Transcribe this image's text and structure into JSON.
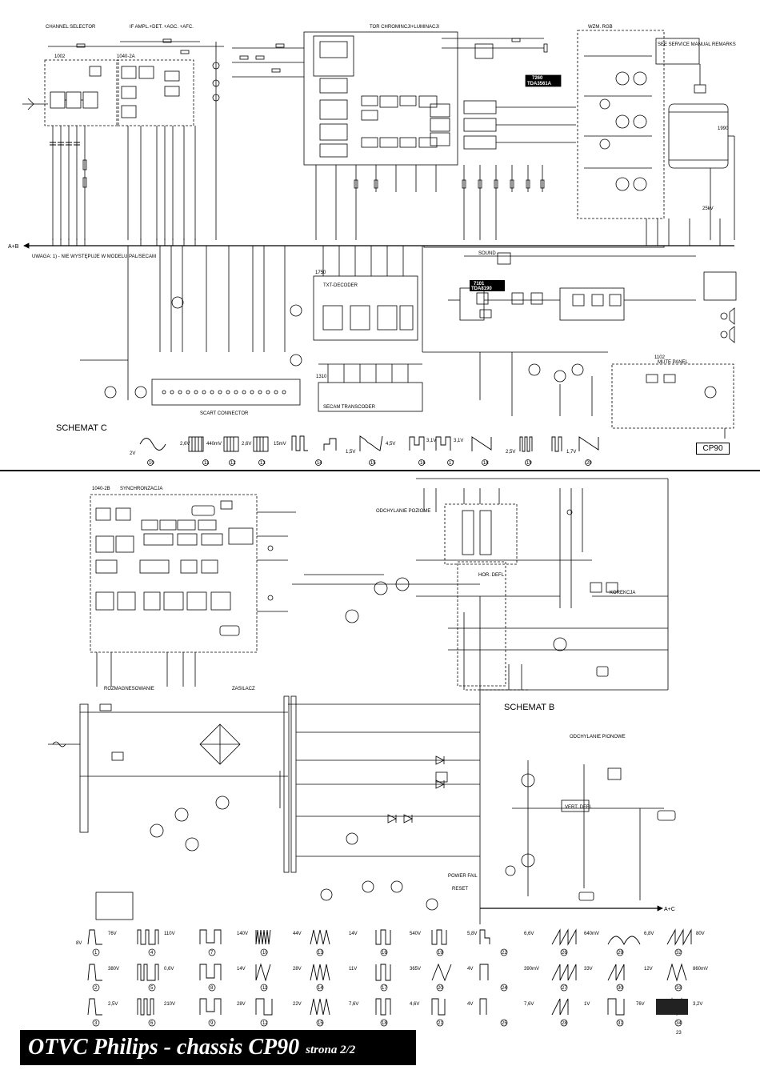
{
  "schematic": {
    "title": "OTVC Philips - chassis CP90",
    "subtitle": "strona 2/2",
    "model_box": "CP90",
    "schema_c": "SCHEMAT C",
    "schema_b": "SCHEMAT B",
    "rail_top": "A+B",
    "rail_bottom": "A+C",
    "blocks": {
      "channel_selector": "CHANNEL SELECTOR",
      "if_ampl": "IF AMPL.+DET. +AGC. +AFC.",
      "tor_chrominacji": "TOR CHROMINCJI+LUMINACJI",
      "wzm_rgb": "WZM. RGB",
      "sound": "SOUND",
      "txt_decoder": "TXT-DECODER",
      "secam_transcoder": "SECAM TRANSCODER",
      "scart_connector": "SCART CONNECTOR",
      "mute_panel": "MUTE PANEL",
      "synchronizacja": "SYNCHRONZACJA",
      "odchylanie_poziome": "ODCHYLANIE POZIOME",
      "korekcja": "KOREKCJA",
      "rozmagnesowanie": "ROZMAGNESOWANIE",
      "zasilacz": "ZASILACZ",
      "odchylanie_pionowe": "ODCHYLANIE PIONOWE",
      "hor_defl": "HOR. DEFL",
      "vert_defl": "VERT. DEFL",
      "power_fail": "POWER FAIL",
      "reset": "RESET"
    },
    "chips": {
      "t260": "7260",
      "tda3561": "TDA3561A",
      "t101": "7101",
      "tda8190": "TDA8190"
    },
    "module_ids": {
      "m1002": "1002",
      "m1040_2a": "1040-2A",
      "m1040_2b": "1040-2B",
      "m1750": "1750",
      "m1310": "1310",
      "m1102": "1102",
      "m1990": "1990"
    },
    "note": "UWAGA: 1) - NIE WYSTĘPUJE W MODELU PAL/SECAM",
    "service_note": "SEE SERVICE MANUAL REMARKS",
    "sw_voltage": "25kV",
    "wave_voltages_row1": [
      "2V",
      "2,6V",
      "440mV",
      "2,6V",
      "15mV",
      "1,5V",
      "4,5V",
      "3,1V",
      "3,1V",
      "2,5V",
      "1,7V"
    ],
    "wave_row2_labels": [
      "10",
      "11",
      "12",
      "13",
      "14",
      "15",
      "16",
      "17",
      "18",
      "19",
      "20"
    ],
    "scope_labels": [
      "1",
      "2",
      "3",
      "4",
      "5",
      "6",
      "7",
      "8",
      "9",
      "10",
      "11",
      "12",
      "13",
      "14",
      "15",
      "16",
      "17",
      "18",
      "19",
      "20",
      "21",
      "22",
      "23",
      "24",
      "25",
      "26",
      "27",
      "28",
      "29",
      "30",
      "31",
      "32",
      "33",
      "34"
    ],
    "scope_voltages": [
      "8V",
      "76V",
      "110V",
      "140V",
      "44V",
      "14V",
      "540V",
      "5,8V",
      "6,6V",
      "640mV",
      "6,8V",
      "80V",
      "380V",
      "0,6V",
      "14V",
      "28V",
      "11V",
      "365V",
      "4V",
      "390mV",
      "33V",
      "12V",
      "860mV",
      "2,5V",
      "210V",
      "28V",
      "22V",
      "7,6V",
      "4,6V",
      "4V",
      "7,6V",
      "1V",
      "76V",
      "3,2V"
    ]
  }
}
